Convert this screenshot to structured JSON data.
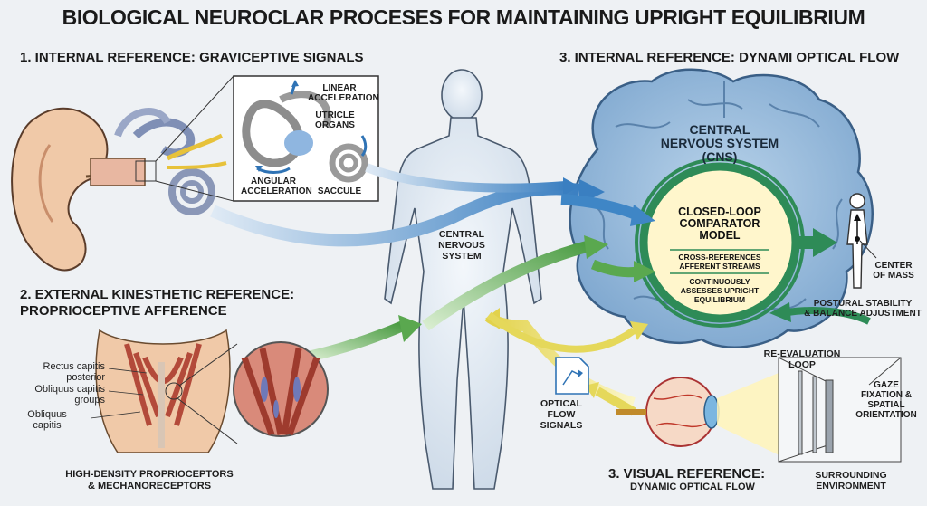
{
  "title": "BIOLOGICAL NEUROCLAR PROCESES FOR MAINTAINING UPRIGHT EQUILIBRIUM",
  "sections": {
    "s1": "1. INTERNAL REFERENCE: GRAVICEPTIVE SIGNALS",
    "s3_top": "3. INTERNAL REFERENCE: DYNAMI OPTICAL FLOW",
    "s2_line1": "2. EXTERNAL KINESTHETIC REFERENCE:",
    "s2_line2": "PROPRIOCEPTIVE AFFERENCE",
    "s3_bottom_line1": "3. VISUAL REFERENCE:",
    "s3_bottom_line2": "DYNAMIC OPTICAL FLOW"
  },
  "inset": {
    "linear_acceleration": [
      "LINEAR",
      "ACCELERATION"
    ],
    "utricle_organs": [
      "UTRICLE",
      "ORGANS"
    ],
    "angular_acceleration": [
      "ANGULAR",
      "ACCELERATION"
    ],
    "saccule": "SACCULE"
  },
  "body_cns": [
    "CENTRAL",
    "NERVOUS",
    "SYSTEM"
  ],
  "brain": {
    "cns": [
      "CENTRAL",
      "NERVOUS SYSTEM",
      "(CNS)"
    ],
    "model_title": [
      "CLOSED-LOOP",
      "COMPARATOR",
      "MODEL"
    ],
    "model_line1": [
      "CROSS-REFERENCES",
      "AFFERENT STREAMS"
    ],
    "model_line2": [
      "CONTINUOUSLY",
      "ASSESSES UPRIGHT",
      "EQUILIBRIUM"
    ]
  },
  "center_of_mass": [
    "CENTER",
    "OF MASS"
  ],
  "postural": [
    "POSTURAL STABILITY",
    "& BALANCE ADJUSTMENT"
  ],
  "reevaluation": [
    "RE-EVALUATION",
    "LOOP"
  ],
  "muscles": [
    [
      "Rectus capitis",
      "posterior"
    ],
    [
      "Obliquus capitis",
      "groups"
    ],
    [
      "Obliquus",
      "capitis"
    ]
  ],
  "proprioceptors": [
    "HIGH-DENSITY PROPRIOCEPTORS",
    "& MECHANORECEPTORS"
  ],
  "optical_flow_signals": [
    "OPTICAL",
    "FLOW",
    "SIGNALS"
  ],
  "gaze": [
    "GAZE",
    "FIXATION &",
    "SPATIAL",
    "ORIENTATION"
  ],
  "surrounding": [
    "SURROUNDING",
    "ENVIRONMENT"
  ],
  "colors": {
    "brain": "#8fb4d6",
    "comparator_ring": "#2e8b57",
    "comparator_fill": "#fff6cc",
    "arrow_blue": "#3f86c6",
    "arrow_green": "#5aa84f",
    "arrow_yellow": "#e5d85a"
  }
}
